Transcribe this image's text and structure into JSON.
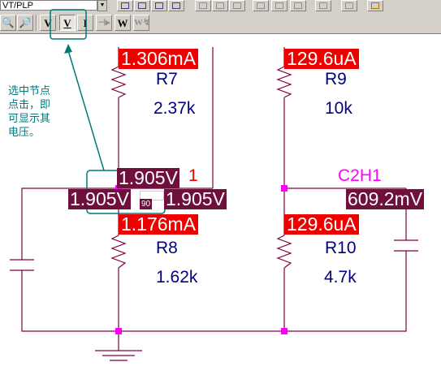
{
  "toolbar": {
    "profile_select_value": "VT/PLP",
    "probe_buttons": [
      "V",
      "V",
      "I",
      "W"
    ]
  },
  "annotation": {
    "note_lines": [
      "选中节点",
      "点击，即",
      "可显示其",
      "电压。"
    ]
  },
  "schematic": {
    "components": [
      {
        "ref": "R7",
        "value": "2.37k",
        "current": "1.306mA"
      },
      {
        "ref": "R9",
        "value": "10k",
        "current": "129.6uA"
      },
      {
        "ref": "R8",
        "value": "1.62k",
        "current": "1.176mA"
      },
      {
        "ref": "R10",
        "value": "4.7k",
        "current": "129.6uA"
      },
      {
        "ref": "C2H1",
        "voltage": "609.2mV"
      }
    ],
    "node_voltages": [
      "1.905V",
      "1.905V",
      "1.905V",
      "90"
    ]
  },
  "colors": {
    "wire": "#800040",
    "current_badge": "#ee0000",
    "voltage_badge": "#6e0f3c",
    "node_dot": "#ff00ff",
    "annotation": "#00797b"
  }
}
